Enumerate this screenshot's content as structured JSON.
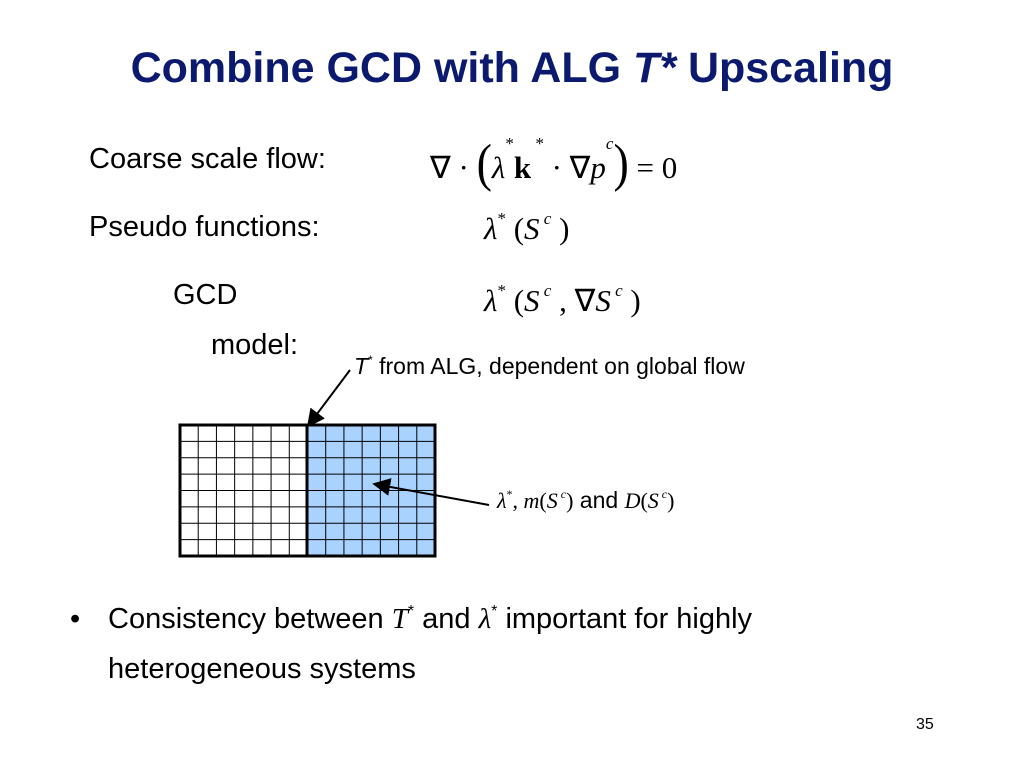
{
  "title": {
    "main": "Combine GCD with ALG ",
    "emph": "T*",
    "rest": " Upscaling"
  },
  "rows": {
    "coarse_label": "Coarse scale flow:",
    "pseudo_label": "Pseudo functions:",
    "gcd_label": "GCD",
    "model_label": "model:"
  },
  "annotations": {
    "tstar_symbol": "T",
    "tstar_sup": "*",
    "tstar_text": " from ALG, dependent on global flow",
    "and_text": "and"
  },
  "bullet": {
    "line1_a": "Consistency between ",
    "line1_t": "T",
    "line1_and": " and ",
    "line1_lambda": "λ",
    "line1_b": " important for highly",
    "line2": "heterogeneous systems"
  },
  "grid": {
    "left_fill": "#ffffff",
    "right_fill": "#a9d2ff",
    "cols_per_block": 7,
    "rows": 8
  },
  "page_number": "35"
}
